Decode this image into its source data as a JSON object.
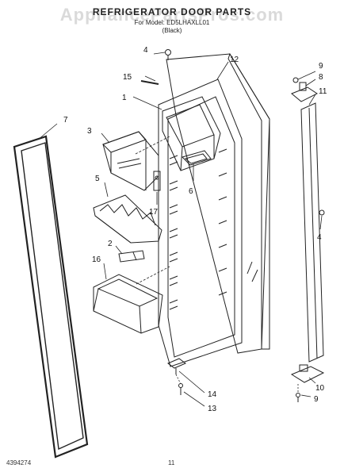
{
  "header": {
    "title": "REFRIGERATOR DOOR PARTS",
    "subtitle": "For Model: ED5LHAXLL01",
    "note": "(Black)"
  },
  "watermark": "AppliancePartsPros.com",
  "callouts": [
    "1",
    "2",
    "3",
    "4",
    "4",
    "5",
    "6",
    "7",
    "8",
    "9",
    "9",
    "10",
    "11",
    "12",
    "13",
    "14",
    "15",
    "16",
    "17"
  ],
  "footer": {
    "part_code": "4394274",
    "page_number": "11"
  }
}
